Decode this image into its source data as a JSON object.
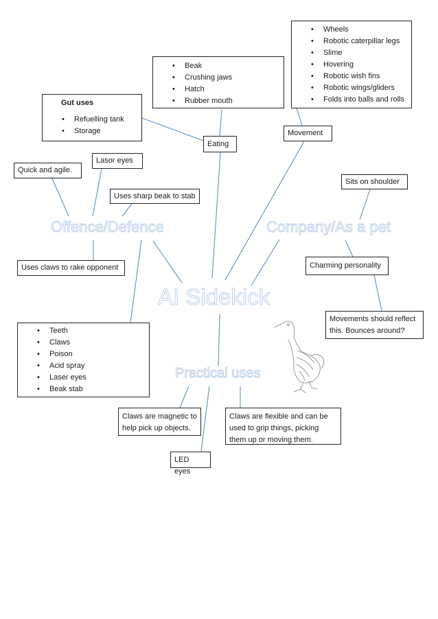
{
  "center": {
    "title": "AI Sidekick"
  },
  "branches": {
    "offence": "Offence/Defence",
    "company": "Company/As a pet",
    "practical": "Practical uses"
  },
  "eating": {
    "label": "Eating",
    "items": [
      "Beak",
      "Crushing jaws",
      "Hatch",
      "Rubber mouth"
    ],
    "gut_title": "Gut uses",
    "gut_items": [
      "Refuelling tank",
      "Storage"
    ]
  },
  "movement": {
    "label": "Movement",
    "items": [
      "Wheels",
      "Robotic caterpillar legs",
      "Slime",
      "Hovering",
      "Robotic wish fins",
      "Robotic wings/gliders",
      "Folds into balls and rolls"
    ]
  },
  "offence_nodes": {
    "lasor_eyes": "Lasor eyes",
    "quick": "Quick and agile.",
    "beak_stab": "Uses sharp beak to stab",
    "claws_rake": "Uses claws to rake opponent",
    "weapons": [
      "Teeth",
      "Claws",
      "Poison",
      "Acid spray",
      "Laser eyes",
      "Beak stab"
    ]
  },
  "company_nodes": {
    "shoulder": "Sits on shoulder",
    "charming": "Charming personality",
    "movements": "Movements should reflect this. Bounces around?"
  },
  "practical_nodes": {
    "magnetic": "Claws are magnetic to help pick up objects.",
    "flexible": "Claws are flexible and can be used to grip things, picking them up or moving them.",
    "led": "LED eyes"
  }
}
